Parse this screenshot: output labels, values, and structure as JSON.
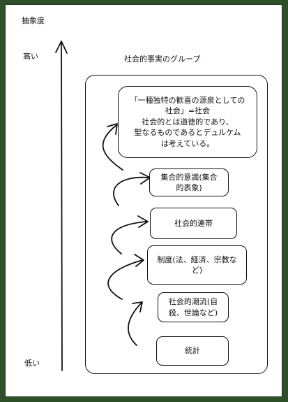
{
  "axis": {
    "title": "抽象度",
    "high": "高い",
    "low": "低い"
  },
  "group_title": "社会的事実のグループ",
  "nodes": {
    "society": "「一種独特の歓喜の源泉としての\n社会」=社会\n社会的とは道徳的であり、\n聖なるものであるとデュルケム\nは考えている。",
    "collective": "集合的意識(集合\n的表象)",
    "solidarity": "社会的連帯",
    "institution": "制度(法、経済、宗教な\nど)",
    "currents": "社会的潮流(自\n殺、世論など)",
    "statistics": "統計"
  }
}
